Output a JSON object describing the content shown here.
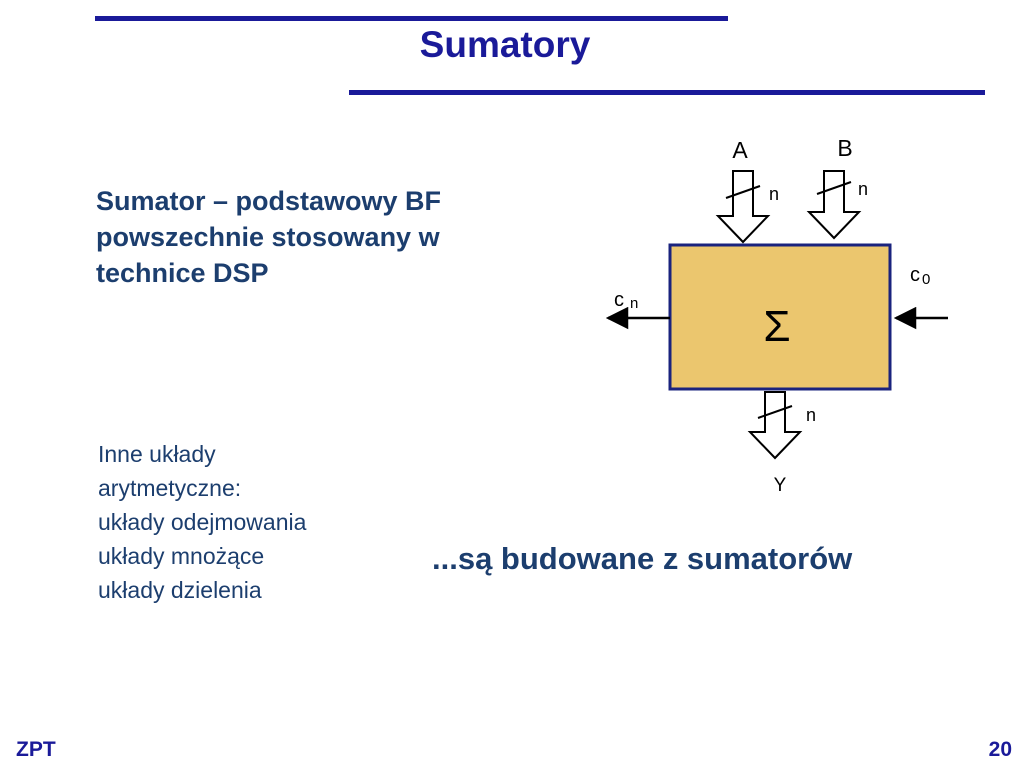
{
  "slide": {
    "title": "Sumatory",
    "intro": "Sumator – podstawowy BF powszechnie stosowany w technice DSP",
    "other_circuits": [
      "Inne układy",
      "arytmetyczne:",
      "układy odejmowania",
      "układy mnożące",
      "układy dzielenia"
    ],
    "built_from": "...są budowane z sumatorów"
  },
  "diagram": {
    "symbol": "Σ",
    "input_a": "A",
    "input_b": "B",
    "output": "Y",
    "bus_width": "n",
    "carry_in": "c",
    "carry_in_sub": "0",
    "carry_out": "c",
    "carry_out_sub": "n",
    "colors": {
      "block_fill": "#ebc66e",
      "block_stroke": "#1a237e"
    }
  },
  "footer": {
    "left": "ZPT",
    "page": "20"
  }
}
